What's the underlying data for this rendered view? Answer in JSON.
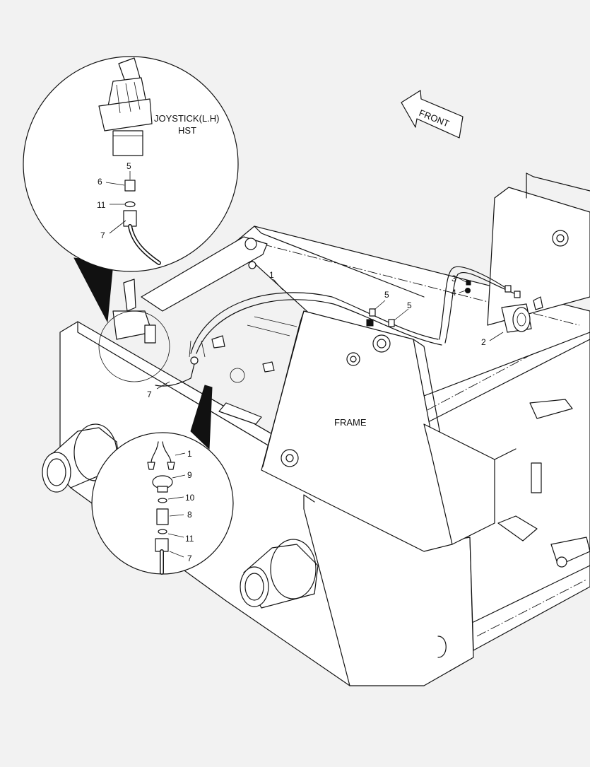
{
  "labels": {
    "front": "FRONT",
    "frame": "FRAME",
    "joystick_line1": "JOYSTICK(L.H)",
    "joystick_line2": "HST"
  },
  "callouts": {
    "top_detail": [
      "5",
      "6",
      "11",
      "7"
    ],
    "main": [
      "1",
      "2",
      "3",
      "4",
      "5",
      "5",
      "7"
    ],
    "bottom_detail": [
      "1",
      "9",
      "10",
      "8",
      "11",
      "7"
    ]
  }
}
